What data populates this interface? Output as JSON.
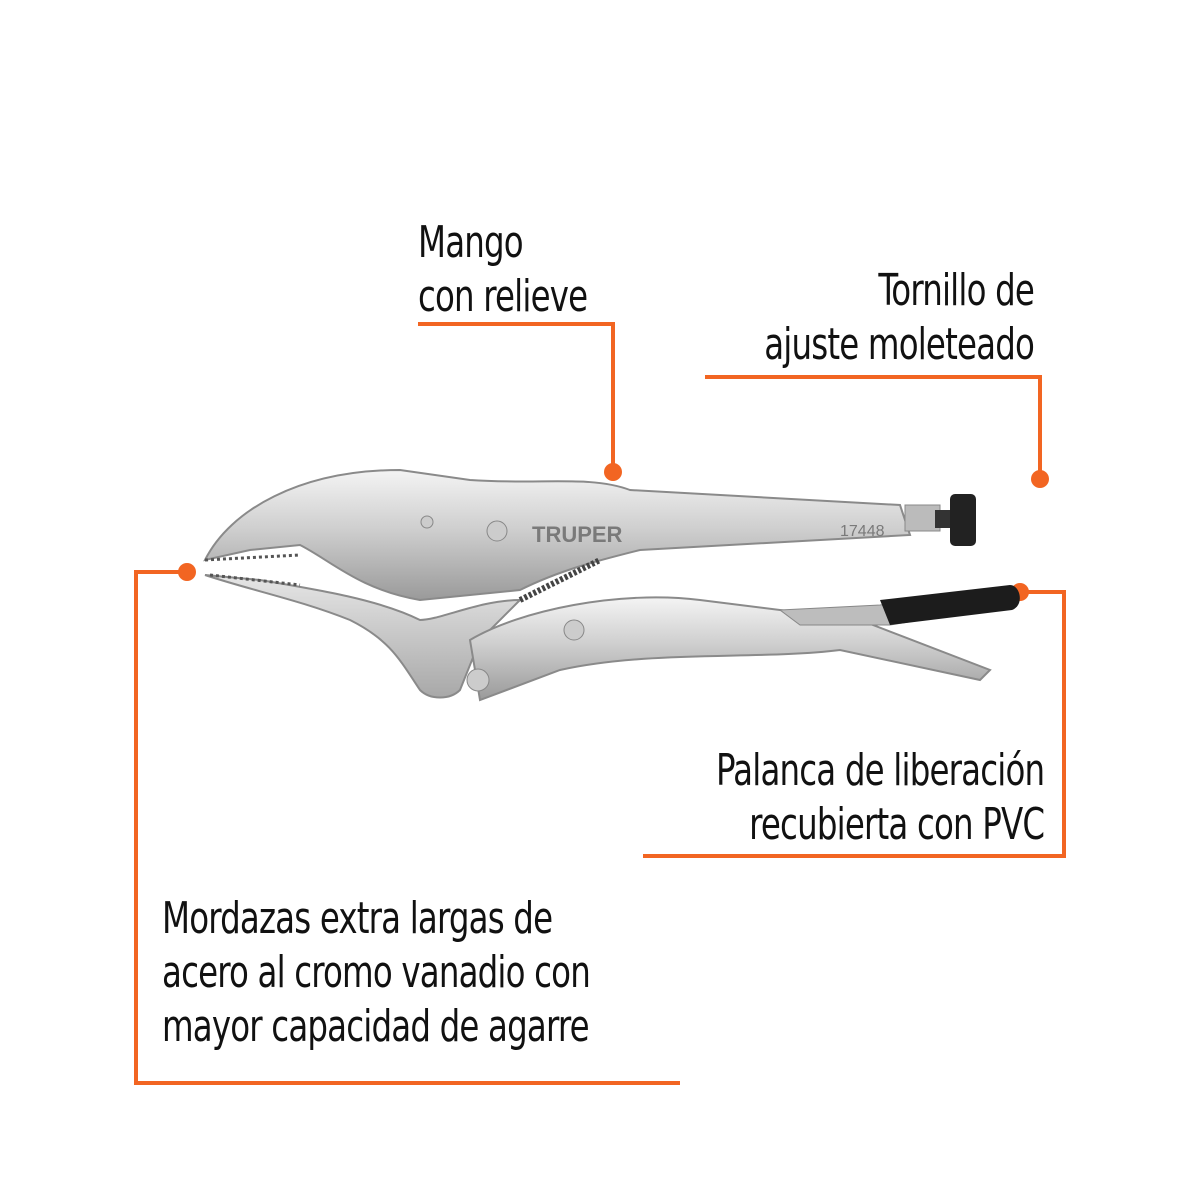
{
  "brand": "TRUPER",
  "model_number": "17448",
  "accent_color": "#f26522",
  "callouts": [
    {
      "id": "mango",
      "lines": [
        "Mango",
        "con relieve"
      ]
    },
    {
      "id": "tornillo",
      "lines": [
        "Tornillo de",
        "ajuste moleteado"
      ]
    },
    {
      "id": "palanca",
      "lines": [
        "Palanca de liberación",
        "recubierta con PVC"
      ]
    },
    {
      "id": "mordazas",
      "lines": [
        "Mordazas extra largas de",
        "acero al cromo vanadio con",
        "mayor capacidad de agarre"
      ]
    }
  ]
}
